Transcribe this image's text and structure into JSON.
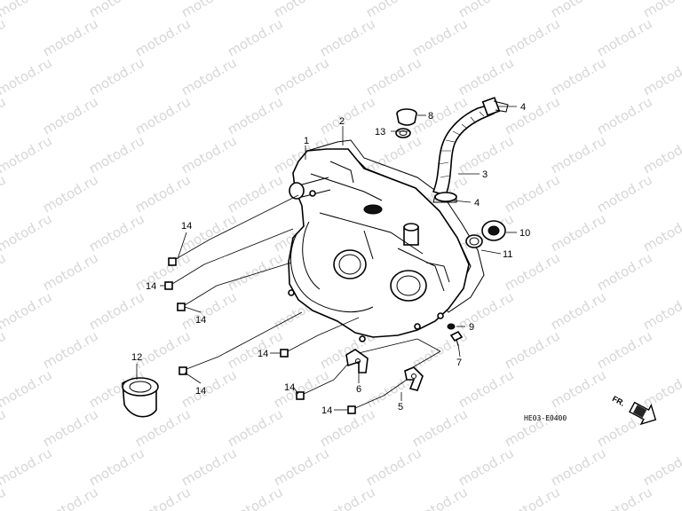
{
  "watermark": {
    "text": "motod.ru"
  },
  "callouts": [
    {
      "num": "1"
    },
    {
      "num": "2"
    },
    {
      "num": "3"
    },
    {
      "num": "4"
    },
    {
      "num": "4"
    },
    {
      "num": "5"
    },
    {
      "num": "6"
    },
    {
      "num": "7"
    },
    {
      "num": "8"
    },
    {
      "num": "9"
    },
    {
      "num": "10"
    },
    {
      "num": "11"
    },
    {
      "num": "12"
    },
    {
      "num": "13"
    },
    {
      "num": "14"
    },
    {
      "num": "14"
    },
    {
      "num": "14"
    },
    {
      "num": "14"
    },
    {
      "num": "14"
    },
    {
      "num": "14"
    },
    {
      "num": "14"
    }
  ],
  "diagram_code": "HE03-E0400",
  "direction_label": "FR.",
  "colors": {
    "line": "#000000",
    "watermark": "#d7d7d7",
    "background": "#ffffff"
  }
}
